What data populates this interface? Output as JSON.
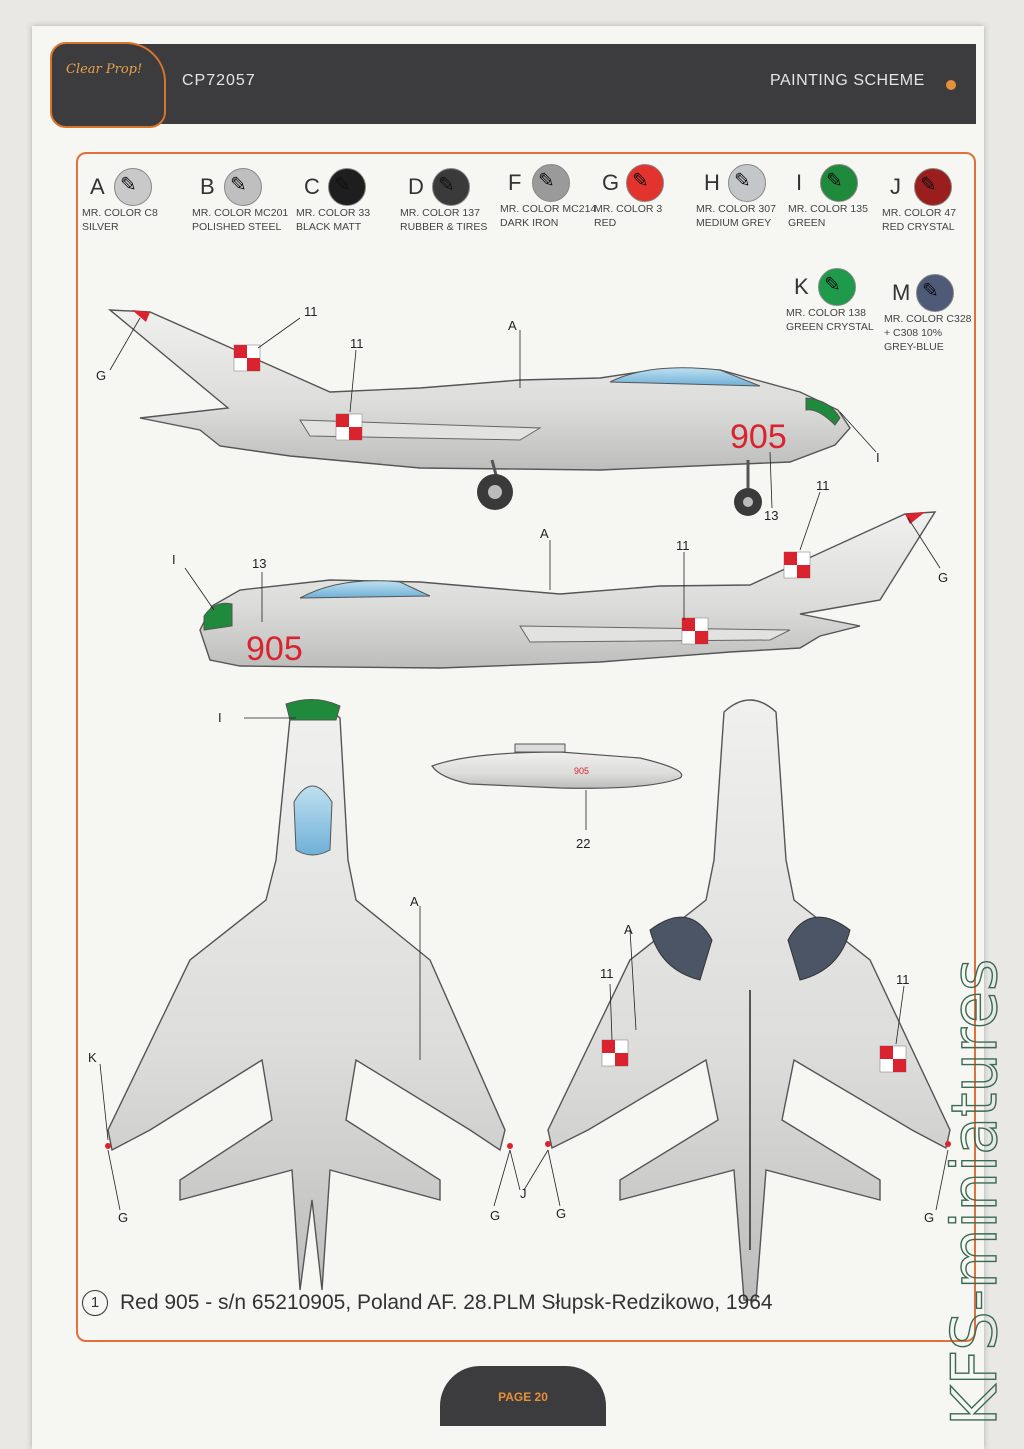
{
  "header": {
    "code": "CP72057",
    "title": "PAINTING SCHEME",
    "logo_text": "Clear Prop!"
  },
  "paints": [
    {
      "letter": "A",
      "name": "MR. COLOR C8\nSILVER",
      "color": "#c9c9c9"
    },
    {
      "letter": "B",
      "name": "MR. COLOR MC201\nPOLISHED STEEL",
      "color": "#bfbfbf"
    },
    {
      "letter": "C",
      "name": "MR. COLOR 33\nBLACK MATT",
      "color": "#1e1e1e"
    },
    {
      "letter": "D",
      "name": "MR. COLOR 137\nRUBBER & TIRES",
      "color": "#3a3a3a"
    },
    {
      "letter": "F",
      "name": "MR. COLOR MC214\nDARK IRON",
      "color": "#9a9a9a"
    },
    {
      "letter": "G",
      "name": "MR. COLOR 3\nRED",
      "color": "#e2332e"
    },
    {
      "letter": "H",
      "name": "MR. COLOR 307\nMEDIUM GREY",
      "color": "#c4c7c9"
    },
    {
      "letter": "I",
      "name": "MR. COLOR 135\nGREEN",
      "color": "#1f8a3c"
    },
    {
      "letter": "J",
      "name": "MR. COLOR 47\nRED CRYSTAL",
      "color": "#9a1e1e"
    },
    {
      "letter": "K",
      "name": "MR. COLOR 138\nGREEN CRYSTAL",
      "color": "#1e9a4a"
    },
    {
      "letter": "M",
      "name": "MR. COLOR C328\n+ C308 10%\nGREY-BLUE",
      "color": "#4e5a78"
    }
  ],
  "callouts": {
    "a": "A",
    "g": "G",
    "i": "I",
    "j": "J",
    "k": "K",
    "n11": "11",
    "n13": "13",
    "n22": "22"
  },
  "serial_number": "905",
  "caption": {
    "number": "1",
    "text": "Red 905 - s/n 65210905, Poland AF. 28.PLM  Słupsk-Redzikowo, 1964"
  },
  "page_label": "PAGE 20",
  "watermark": "KFS-miniatures"
}
